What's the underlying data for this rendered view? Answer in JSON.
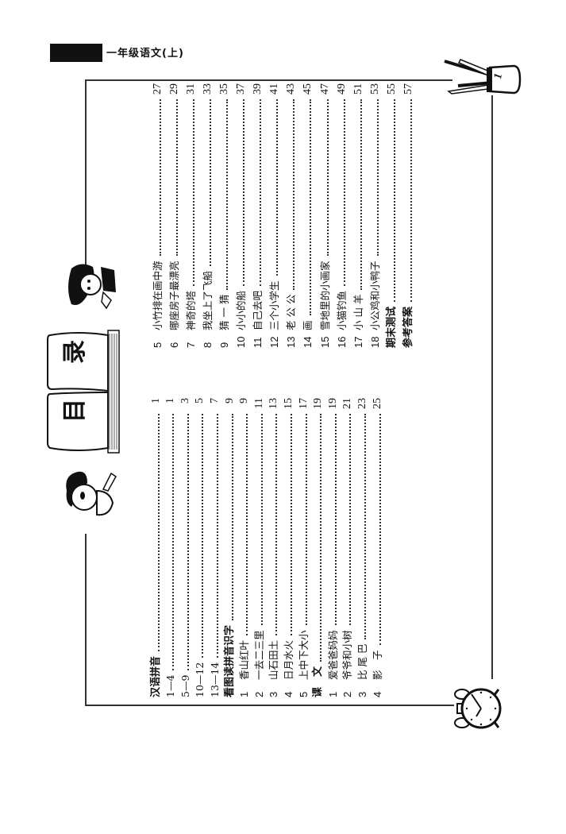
{
  "header": {
    "title": "一年级语文(上)"
  },
  "page_number": "1",
  "toc_title": [
    "目",
    "录"
  ],
  "toc": {
    "left": [
      {
        "num": "",
        "label": "汉语拼音",
        "page": "1",
        "section": true
      },
      {
        "num": "",
        "label": "1—4",
        "page": "1",
        "section": false
      },
      {
        "num": "",
        "label": "5—9",
        "page": "3",
        "section": false
      },
      {
        "num": "",
        "label": "10—12",
        "page": "5",
        "section": false
      },
      {
        "num": "",
        "label": "13—14",
        "page": "7",
        "section": false
      },
      {
        "num": "",
        "label": "看图读拼音识字",
        "page": "9",
        "section": true
      },
      {
        "num": "1",
        "label": "香山红叶",
        "page": "9",
        "section": false
      },
      {
        "num": "2",
        "label": "一去二三里",
        "page": "11",
        "section": false
      },
      {
        "num": "3",
        "label": "山石田土",
        "page": "13",
        "section": false
      },
      {
        "num": "4",
        "label": "日月水火",
        "page": "15",
        "section": false
      },
      {
        "num": "5",
        "label": "上中下大小",
        "page": "17",
        "section": false
      },
      {
        "num": "",
        "label": "课　文",
        "page": "19",
        "section": true
      },
      {
        "num": "1",
        "label": "爱爸爸妈妈",
        "page": "19",
        "section": false
      },
      {
        "num": "2",
        "label": "爷爷和小树",
        "page": "21",
        "section": false
      },
      {
        "num": "3",
        "label": "比 尾 巴",
        "page": "23",
        "section": false
      },
      {
        "num": "4",
        "label": "影　子",
        "page": "25",
        "section": false
      }
    ],
    "right": [
      {
        "num": "5",
        "label": "小竹排在画中游",
        "page": "27",
        "section": false
      },
      {
        "num": "6",
        "label": "哪座房子最漂亮",
        "page": "29",
        "section": false
      },
      {
        "num": "7",
        "label": "神奇的塔",
        "page": "31",
        "section": false
      },
      {
        "num": "8",
        "label": "我坐上了飞船",
        "page": "33",
        "section": false
      },
      {
        "num": "9",
        "label": "猜 一 猜",
        "page": "35",
        "section": false
      },
      {
        "num": "10",
        "label": "小小的船",
        "page": "37",
        "section": false
      },
      {
        "num": "11",
        "label": "自己去吧",
        "page": "39",
        "section": false
      },
      {
        "num": "12",
        "label": "三个小学生",
        "page": "41",
        "section": false
      },
      {
        "num": "13",
        "label": "老 公 公",
        "page": "43",
        "section": false
      },
      {
        "num": "14",
        "label": "画",
        "page": "45",
        "section": false
      },
      {
        "num": "15",
        "label": "雪地里的小画家",
        "page": "47",
        "section": false
      },
      {
        "num": "16",
        "label": "小猫钓鱼",
        "page": "49",
        "section": false
      },
      {
        "num": "17",
        "label": "小 山 羊",
        "page": "51",
        "section": false
      },
      {
        "num": "18",
        "label": "小公鸡和小鸭子",
        "page": "53",
        "section": false
      },
      {
        "num": "",
        "label": "期末测试",
        "page": "55",
        "section": true
      },
      {
        "num": "",
        "label": "参考答案",
        "page": "57",
        "section": true
      }
    ]
  }
}
